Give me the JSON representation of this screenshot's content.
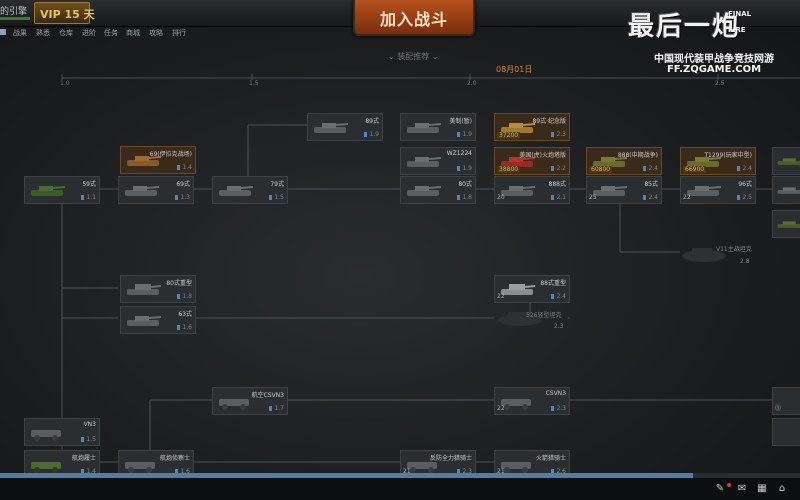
{
  "header": {
    "player_name": "的引擎",
    "vip_label": "VIP 15 天",
    "join_battle_label": "加入战斗"
  },
  "nav": {
    "items": [
      "",
      "战果",
      "熟悉",
      "仓库",
      "进阶",
      "任务",
      "商城",
      "攻略",
      "排行"
    ]
  },
  "logo": {
    "title": "最后一炮",
    "final": "FINAL",
    "fire": "FIRE",
    "tagline": "中国现代装甲战争竞技网游",
    "url": "FF.ZQGAME.COM"
  },
  "tree": {
    "filter_label": "⌄  装配推荐  ⌄",
    "date_label": "08月01日",
    "ruler_ticks": [
      "1.0",
      "1.5",
      "2.0",
      "2.5"
    ]
  },
  "tanks": [
    {
      "id": "59",
      "name": "59式",
      "tier": "1.1",
      "owned": "",
      "cost": "",
      "locked": false
    },
    {
      "id": "t69",
      "name": "69(伊拉克战场)",
      "tier": "1.4",
      "owned": "",
      "cost": "",
      "locked": false
    },
    {
      "id": "69",
      "name": "69式",
      "tier": "1.3",
      "owned": "",
      "cost": "",
      "locked": false
    },
    {
      "id": "79",
      "name": "79式",
      "tier": "1.5",
      "owned": "",
      "cost": "",
      "locked": false
    },
    {
      "id": "89",
      "name": "89式",
      "tier": "1.9",
      "owned": "",
      "cost": "",
      "locked": false
    },
    {
      "id": "mb",
      "name": "美制(暂)",
      "tier": "1.9",
      "owned": "",
      "cost": "",
      "locked": false
    },
    {
      "id": "wz1224",
      "name": "WZ1224",
      "tier": "1.9",
      "owned": "",
      "cost": "",
      "locked": false
    },
    {
      "id": "80",
      "name": "80式",
      "tier": "1.8",
      "owned": "",
      "cost": "",
      "locked": false
    },
    {
      "id": "89ji",
      "name": "89式·纪念版",
      "tier": "2.3",
      "owned": "",
      "cost": "37200",
      "locked": false
    },
    {
      "id": "mhz",
      "name": "美国(虎)火炮塔版",
      "tier": "2.2",
      "owned": "",
      "cost": "38800",
      "locked": false
    },
    {
      "id": "888",
      "name": "888式",
      "tier": "2.1",
      "owned": "20",
      "cost": "",
      "locked": false
    },
    {
      "id": "888z",
      "name": "888(中期战争)",
      "tier": "2.4",
      "owned": "",
      "cost": "60800",
      "locked": false
    },
    {
      "id": "85",
      "name": "85式",
      "tier": "2.4",
      "owned": "25",
      "cost": "",
      "locked": false
    },
    {
      "id": "t99",
      "name": "T1299(玩家中型)",
      "tier": "2.4",
      "owned": "",
      "cost": "66900",
      "locked": false
    },
    {
      "id": "96",
      "name": "96式",
      "tier": "2.5",
      "owned": "22",
      "cost": "",
      "locked": false
    },
    {
      "id": "80r",
      "name": "80式重型",
      "tier": "1.8",
      "owned": "",
      "cost": "",
      "locked": false
    },
    {
      "id": "63",
      "name": "63式",
      "tier": "1.6",
      "owned": "",
      "cost": "",
      "locked": false
    },
    {
      "id": "88r",
      "name": "88式重型",
      "tier": "2.4",
      "owned": "22",
      "cost": "",
      "locked": false
    },
    {
      "id": "csvn3a",
      "name": "航空CSVN3",
      "tier": "1.7",
      "owned": "",
      "cost": "",
      "locked": false
    },
    {
      "id": "csvn3b",
      "name": "CSVN3",
      "tier": "2.3",
      "owned": "22",
      "cost": "",
      "locked": false
    },
    {
      "id": "vn3",
      "name": "VN3",
      "tier": "1.5",
      "owned": "",
      "cost": "",
      "locked": false
    },
    {
      "id": "hq",
      "name": "航炮履士",
      "tier": "1.4",
      "owned": "",
      "cost": "",
      "locked": false
    },
    {
      "id": "hqr",
      "name": "航炮侦察士",
      "tier": "1.6",
      "owned": "",
      "cost": "",
      "locked": false
    },
    {
      "id": "fa",
      "name": "反防全力猎骑士",
      "tier": "2.3",
      "owned": "21",
      "cost": "",
      "locked": false
    },
    {
      "id": "hj",
      "name": "火箭猎骑士",
      "tier": "2.6",
      "owned": "21",
      "cost": "",
      "locked": false
    }
  ],
  "locked": [
    {
      "id": "v11",
      "name": "V11主战坦克",
      "tier": "2.8"
    },
    {
      "id": "526",
      "name": "526轻型坦克",
      "tier": "2.3"
    }
  ],
  "progress": {
    "fraction": 0.866
  },
  "bottom_icons": [
    "edit-icon",
    "mail-icon",
    "grid-icon",
    "home-icon"
  ],
  "colors": {
    "accent": "#b6521e",
    "vip": "#e9c45a",
    "date": "#d8842e",
    "tier": "#4a86c8"
  }
}
